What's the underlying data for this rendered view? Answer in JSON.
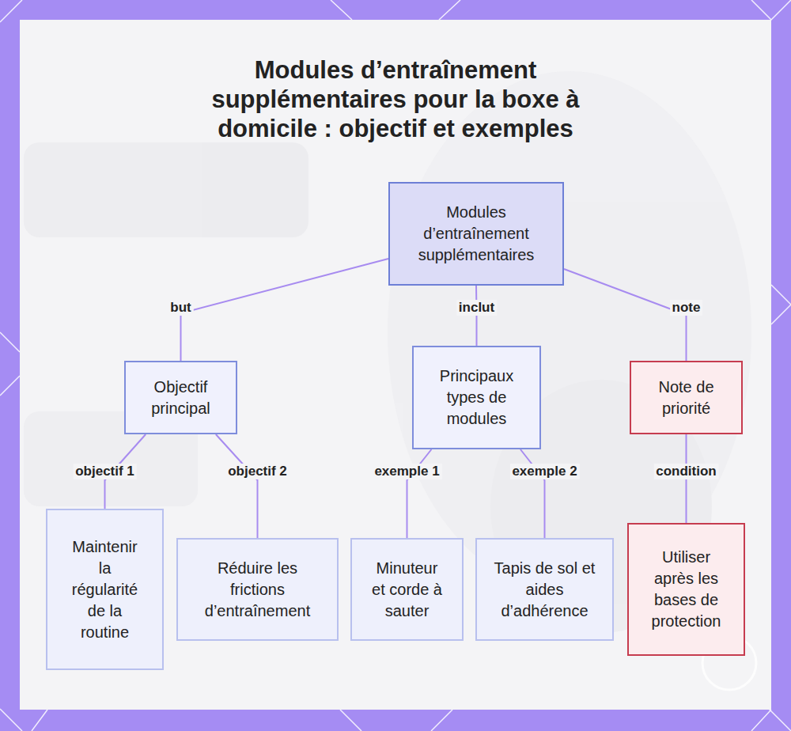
{
  "diagram": {
    "title": "Modules d’entraînement supplémentaires pour la boxe à domicile : objectif et exemples",
    "nodes": [
      {
        "text": [
          "Modules d’entraînement supplémentaires"
        ]
      },
      {
        "text": [
          "Objectif principal"
        ]
      },
      {
        "text": [
          "Principaux types de modules"
        ]
      },
      {
        "text": [
          "Note de priorité"
        ]
      },
      {
        "text": [
          "Maintenir la régularité de la routine"
        ]
      },
      {
        "text": [
          "Réduire les frictions d’entraînement"
        ]
      },
      {
        "text": [
          "Minuteur et corde à sauter"
        ]
      },
      {
        "text": [
          "Tapis de sol et aides d’adhérence"
        ]
      },
      {
        "text": [
          "Utiliser après les bases de protection"
        ]
      }
    ],
    "edges": [
      {
        "from": 0,
        "to": 1,
        "label": "but",
        "arrow": "none"
      },
      {
        "from": 0,
        "to": 2,
        "label": "inclut",
        "arrow": "none"
      },
      {
        "from": 0,
        "to": 3,
        "label": "note",
        "arrow": "none"
      },
      {
        "from": 1,
        "to": 4,
        "label": "objectif 1",
        "arrow": "none"
      },
      {
        "from": 1,
        "to": 5,
        "label": "objectif 2",
        "arrow": "none"
      },
      {
        "from": 2,
        "to": 6,
        "label": "exemple 1",
        "arrow": "none"
      },
      {
        "from": 2,
        "to": 7,
        "label": "exemple 2",
        "arrow": "none"
      },
      {
        "from": 3,
        "to": 8,
        "label": "condition",
        "arrow": "none"
      }
    ]
  }
}
